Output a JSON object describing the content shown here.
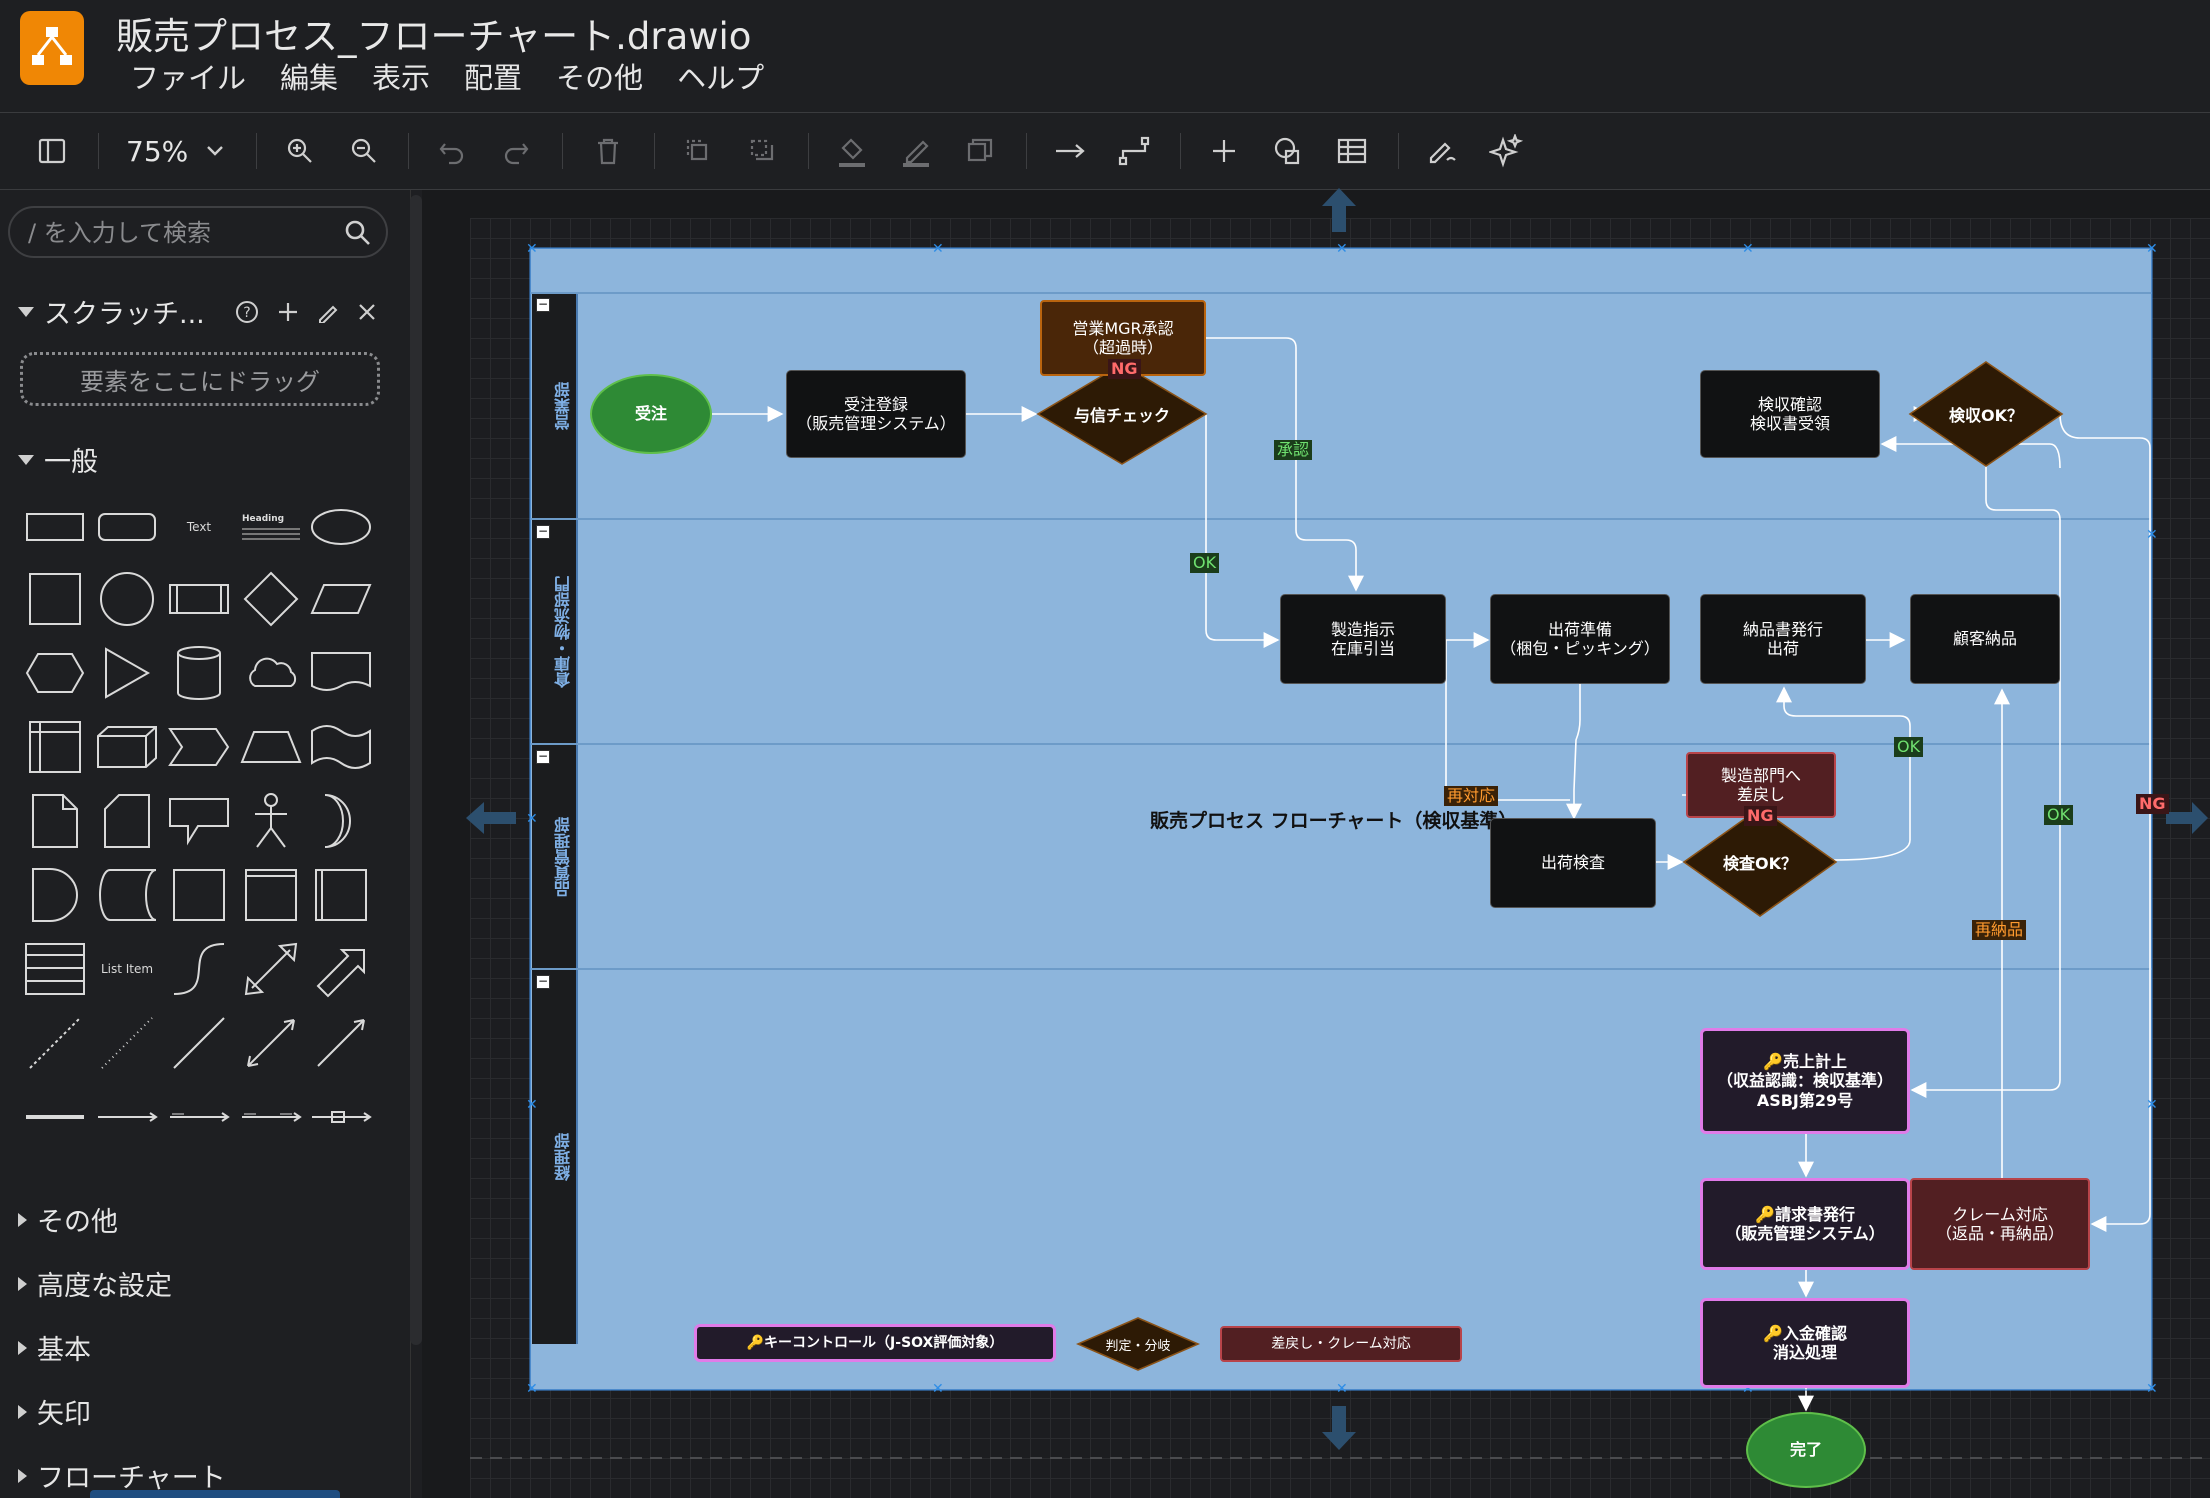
{
  "app": {
    "doc_title": "販売プロセス_フローチャート.drawio",
    "menu": [
      "ファイル",
      "編集",
      "表示",
      "配置",
      "その他",
      "ヘルプ"
    ]
  },
  "toolbar": {
    "zoom": "75%"
  },
  "sidebar": {
    "search_placeholder": "/ を入力して検索",
    "scratchpad_title": "スクラッチ...",
    "drop_zone": "要素をここにドラッグ",
    "general_title": "一般",
    "shape_text": "Text",
    "shape_heading": "Heading",
    "shape_list_item": "List Item",
    "collapsed_panels": [
      "その他",
      "高度な設定",
      "基本",
      "矢印",
      "フローチャート"
    ]
  },
  "diagram": {
    "title": "販売プロセス フローチャート（検収基準）",
    "lanes": [
      "営業部",
      "倉庫・物流部門",
      "品質管理部",
      "経理部"
    ],
    "nodes": {
      "start": "受注",
      "order_entry": "受注登録\n（販売管理システム）",
      "mgr_approval": "営業MGR承認\n（超過時）",
      "credit_check": "与信チェック",
      "acceptance_confirm": "検収確認\n検収書受領",
      "acceptance_ok": "検収OK？",
      "mfg_instruction": "製造指示\n在庫引当",
      "ship_prep": "出荷準備\n（梱包・ピッキング）",
      "delivery_note": "納品書発行\n出荷",
      "customer_delivery": "顧客納品",
      "return_to_mfg": "製造部門へ\n差戻し",
      "inspection": "出荷検査",
      "inspection_ok": "検査OK？",
      "revenue": "🔑売上計上\n（収益認識：検収基準）\nASBJ第29号",
      "invoice": "🔑請求書発行\n（販売管理システム）",
      "claim": "クレーム対応\n（返品・再納品）",
      "payment": "🔑入金確認\n消込処理",
      "end": "完了"
    },
    "edge_labels": {
      "ng_credit": "NG",
      "approved": "承認",
      "ok_credit": "OK",
      "rework": "再対応",
      "ng_inspection": "NG",
      "ok_inspection": "OK",
      "ok_acceptance": "OK",
      "ng_acceptance": "NG",
      "redelivery": "再納品"
    },
    "legend": {
      "key_control": "🔑キーコントロール（J-SOX評価対象）",
      "decision": "判定・分岐",
      "return_claim": "差戻し・クレーム対応"
    }
  }
}
